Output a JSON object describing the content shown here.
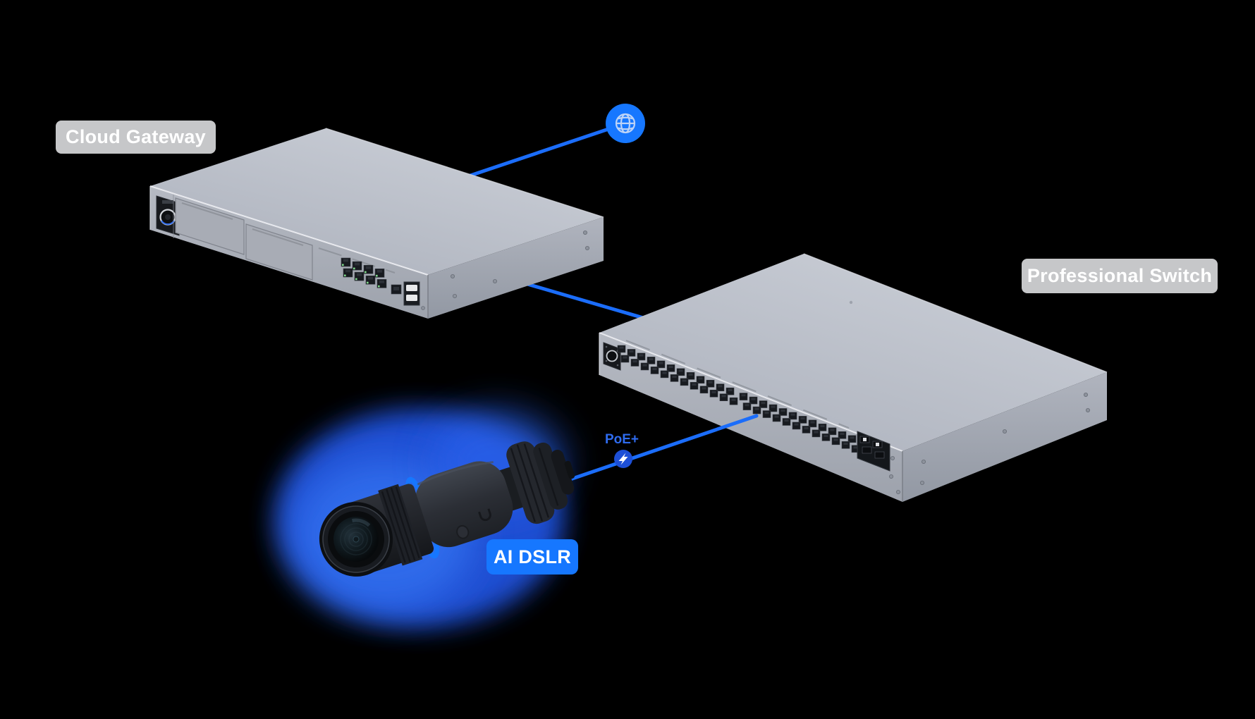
{
  "background": "#000000",
  "colors": {
    "background": "#000000",
    "connection_blue": "#1b6dfa",
    "accent_blue": "#1677ff",
    "badge_blue": "#1d4fd6",
    "poe_text_blue": "#2f6cf0",
    "label_gray": "#c6c7c9",
    "label_text": "#ffffff",
    "chassis_gray": "#b6bac4",
    "camera_glow_blue": "#2a63ee"
  },
  "labels": {
    "cloud_gateway": "Cloud Gateway",
    "professional_switch": "Professional Switch",
    "ai_dslr": "AI DSLR",
    "poe": "PoE+"
  },
  "icons": {
    "internet": "globe-icon",
    "poe_badge": "lightning-bolt-icon"
  },
  "devices": {
    "cloud_gateway": {
      "label": "Cloud Gateway",
      "rj45_lan_ports": 8,
      "rj45_wan_ports": 1,
      "sfp_ports": 2,
      "drive_bays": 2,
      "has_circular_display": true
    },
    "professional_switch": {
      "label": "Professional Switch",
      "rj45_ports": 48,
      "sfp_plus_ports": 4,
      "has_circular_display": true
    },
    "ai_dslr_camera": {
      "label": "AI DSLR",
      "accent": "blue lens ring with blue glow halo"
    }
  },
  "connections": [
    {
      "id": "internet-uplink",
      "from": "cloud-gateway",
      "to": "internet-globe"
    },
    {
      "id": "lan-trunk",
      "from": "cloud-gateway",
      "to": "professional-switch"
    },
    {
      "id": "poe-link",
      "from": "professional-switch",
      "to": "ai-dslr-camera",
      "label": "PoE+"
    }
  ]
}
